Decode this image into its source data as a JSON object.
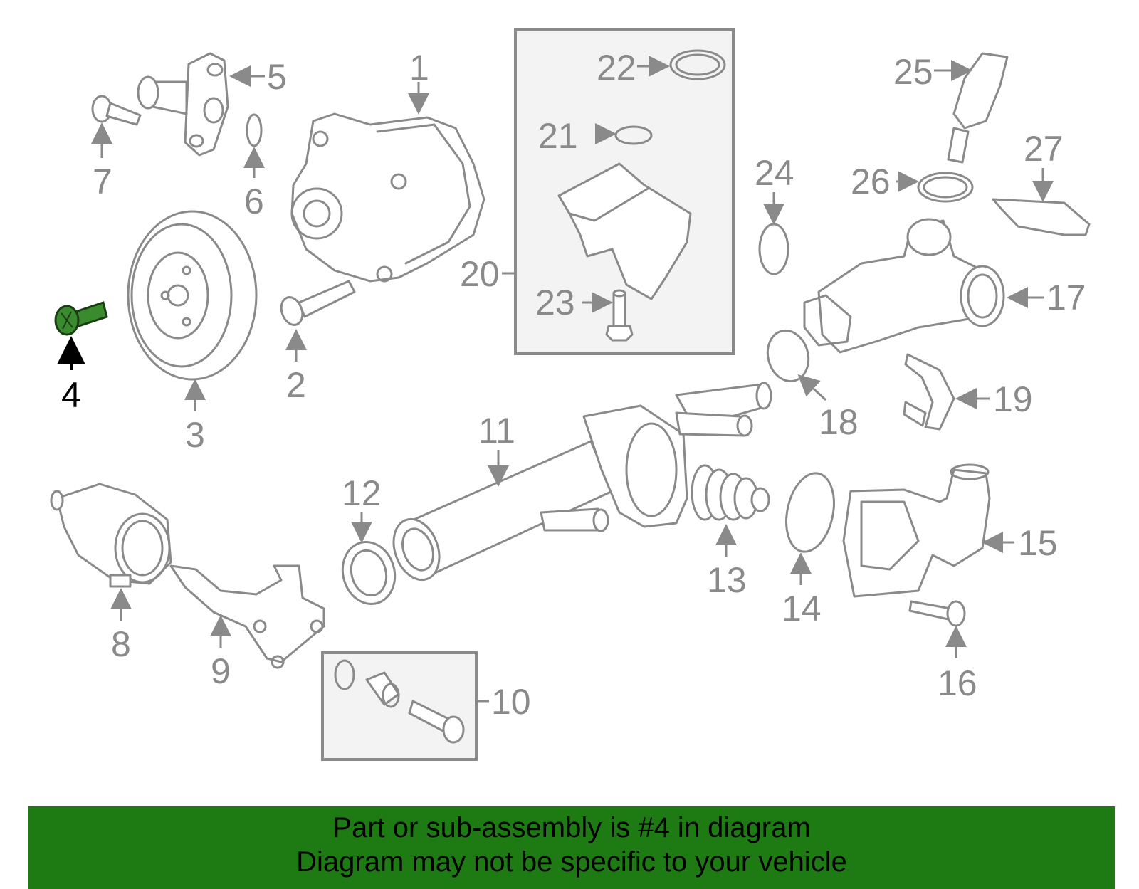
{
  "callouts": {
    "c1": "1",
    "c2": "2",
    "c3": "3",
    "c4": "4",
    "c5": "5",
    "c6": "6",
    "c7": "7",
    "c8": "8",
    "c9": "9",
    "c10": "10",
    "c11": "11",
    "c12": "12",
    "c13": "13",
    "c14": "14",
    "c15": "15",
    "c16": "16",
    "c17": "17",
    "c18": "18",
    "c19": "19",
    "c20": "20",
    "c21": "21",
    "c22": "22",
    "c23": "23",
    "c24": "24",
    "c25": "25",
    "c26": "26",
    "c27": "27"
  },
  "highlight": {
    "part_number": "4",
    "color": "#3a8a2e"
  },
  "banner": {
    "line1": "Part or sub-assembly is #4 in diagram",
    "line2": "Diagram may not be specific to your vehicle",
    "background": "#1e7a12"
  }
}
